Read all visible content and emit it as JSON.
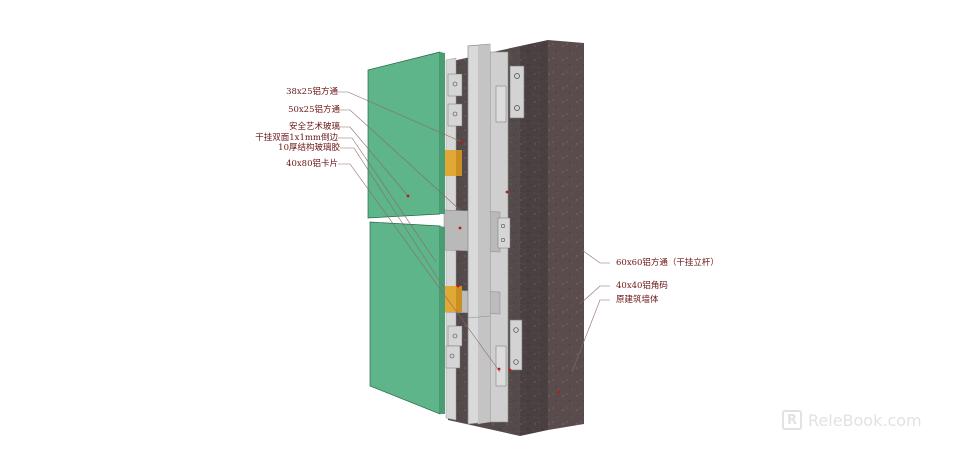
{
  "diagram": {
    "type": "curtain-wall-section-axonometric",
    "components": [
      {
        "id": "glass-panel-upper",
        "color": "#5fb48a"
      },
      {
        "id": "glass-panel-lower",
        "color": "#5fb48a"
      },
      {
        "id": "aluminum-mullion",
        "color": "#c8c8c8"
      },
      {
        "id": "glue-block",
        "color": "#e0a631"
      },
      {
        "id": "masonry-wall",
        "color": "#4a3f40"
      }
    ]
  },
  "labels_left": [
    {
      "text": "38x25铝方通"
    },
    {
      "text": "50x25铝方通"
    },
    {
      "text": "安全艺术玻璃"
    },
    {
      "text": "干挂双面1x1mm倒边"
    },
    {
      "text": "10厚结构玻璃胶"
    },
    {
      "text": "40x80铝卡片"
    }
  ],
  "labels_right": [
    {
      "text": "60x60铝方通（干挂立杆）"
    },
    {
      "text": "40x40铝角码"
    },
    {
      "text": "原建筑墙体"
    }
  ],
  "watermark": {
    "logo": "R",
    "text": "ReleBook.com"
  },
  "colors": {
    "label": "#6b1414",
    "leader": "#8a6a6a",
    "glass": "#5fb48a",
    "wall": "#4a3f40",
    "aluminum": "#c8c8c8",
    "glue": "#e0a631"
  }
}
